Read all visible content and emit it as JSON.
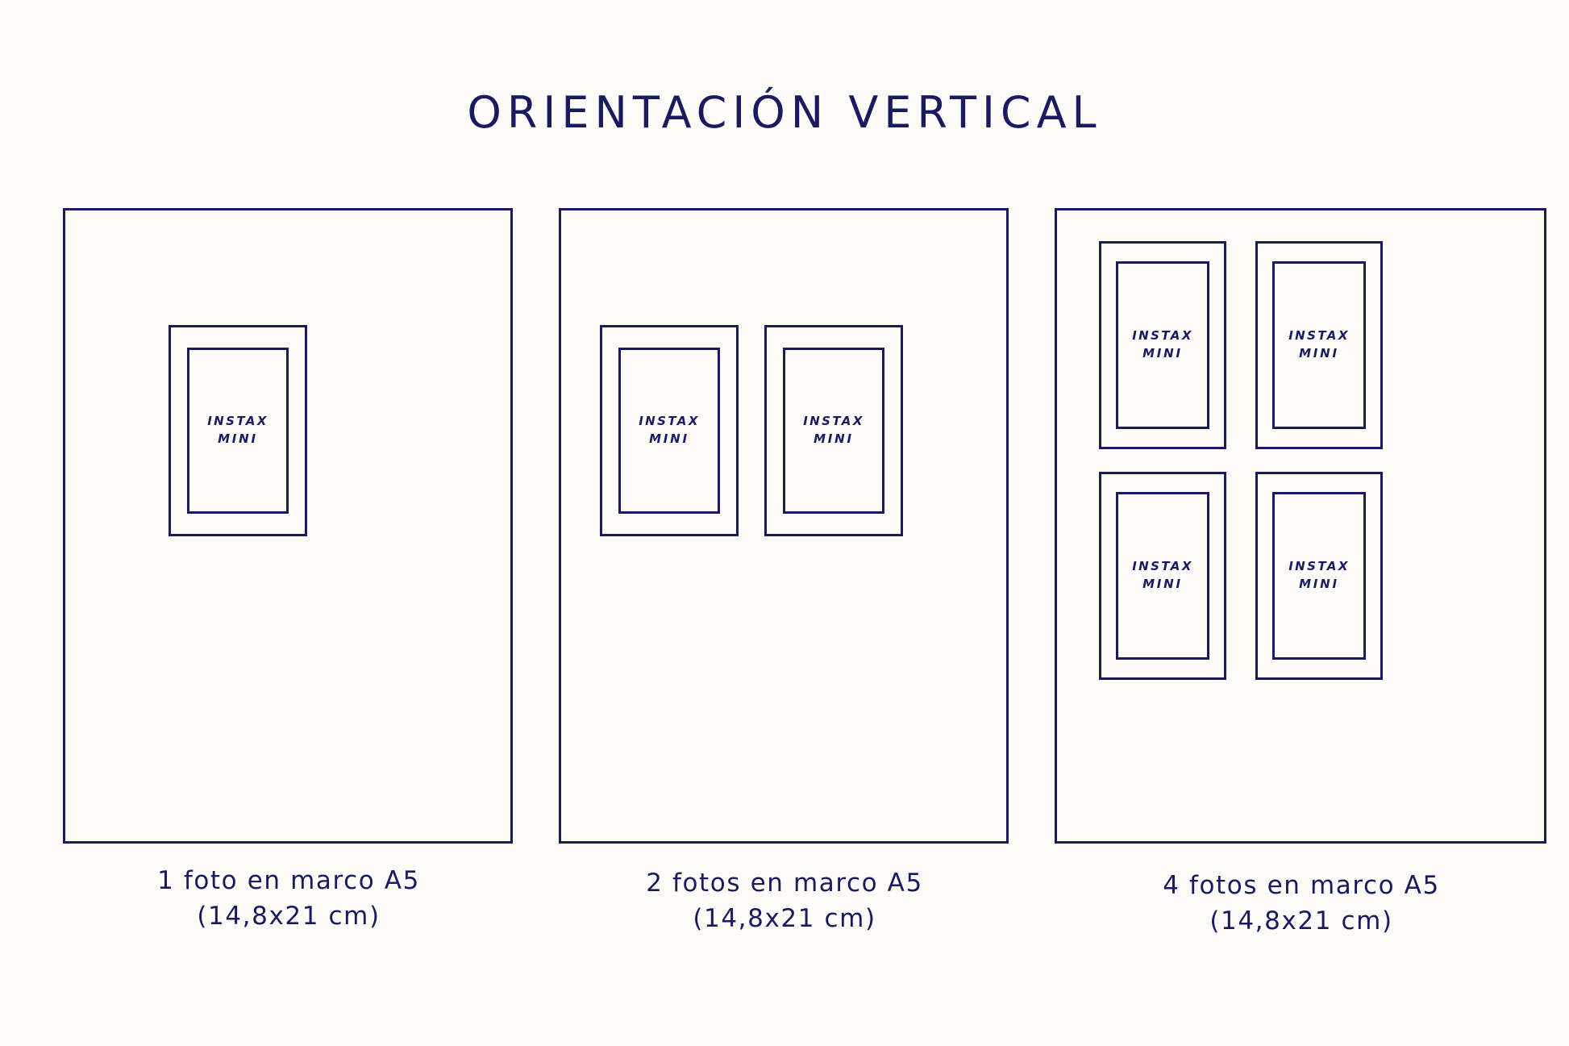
{
  "page": {
    "title": "ORIENTACIÓN VERTICAL",
    "ink_color": "#1a1a60",
    "background_color": "#fdfcf9"
  },
  "photo_label": {
    "line1": "INSTAX",
    "line2": "MINI"
  },
  "panels": [
    {
      "id": "panel-1-photo",
      "photo_count": 1,
      "caption_line1": "1 foto en marco A5",
      "caption_line2": "(14,8x21 cm)",
      "frame_size": "A5",
      "frame_dimensions": "14,8x21 cm"
    },
    {
      "id": "panel-2-photos",
      "photo_count": 2,
      "caption_line1": "2 fotos en marco A5",
      "caption_line2": "(14,8x21 cm)",
      "frame_size": "A5",
      "frame_dimensions": "14,8x21 cm"
    },
    {
      "id": "panel-4-photos",
      "photo_count": 4,
      "caption_line1": "4 fotos en marco A5",
      "caption_line2": "(14,8x21 cm)",
      "frame_size": "A5",
      "frame_dimensions": "14,8x21 cm"
    }
  ]
}
